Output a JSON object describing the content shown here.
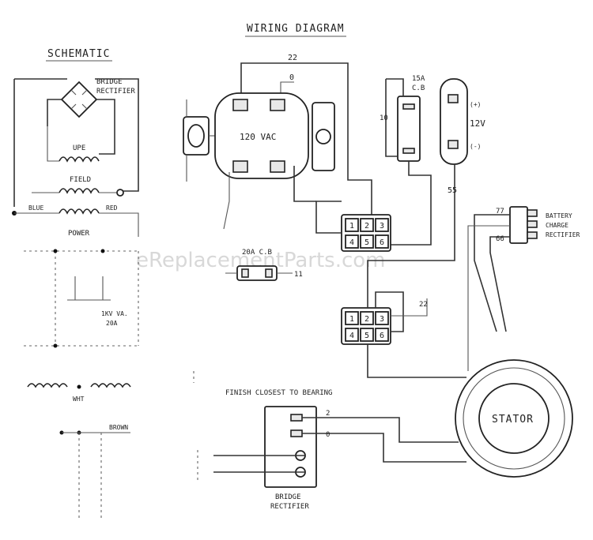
{
  "titles": {
    "schematic": "SCHEMATIC",
    "wiring": "WIRING DIAGRAM"
  },
  "watermark": "eReplacementParts.com",
  "schematic": {
    "bridge_rectifier": [
      "BRIDGE",
      "RECTIFIER"
    ],
    "field_top": "UPE",
    "field": "FIELD",
    "blue": "BLUE",
    "red": "RED",
    "power": "POWER",
    "va_label": "1KV VA.",
    "amp_label": "20A",
    "lower_left": "WHT",
    "lower_right": "BROWN"
  },
  "wiring": {
    "wire_22_top": "22",
    "wire_0": "0",
    "vac": "120 VAC",
    "cb_top": [
      "15A",
      "C.B"
    ],
    "wire_10": "10",
    "voltage": "12V",
    "plus": "(+)",
    "minus": "(-)",
    "wire_55": "55",
    "wire_77": "77",
    "wire_66": "66",
    "battery_rectifier": [
      "BATTERY",
      "CHARGE",
      "RECTIFIER"
    ],
    "cb_mid": "20A C.B",
    "wire_11": "11",
    "wire_22_mid": "22",
    "terminal_block_upper": [
      "1",
      "2",
      "3",
      "4",
      "5",
      "6"
    ],
    "terminal_block_lower": [
      "1",
      "2",
      "3",
      "4",
      "5",
      "6"
    ],
    "finish_note": "FINISH CLOSEST TO BEARING",
    "wire_2": "2",
    "wire_0_low": "0",
    "bridge_rectifier": [
      "BRIDGE",
      "RECTIFIER"
    ],
    "stator": "STATOR"
  }
}
